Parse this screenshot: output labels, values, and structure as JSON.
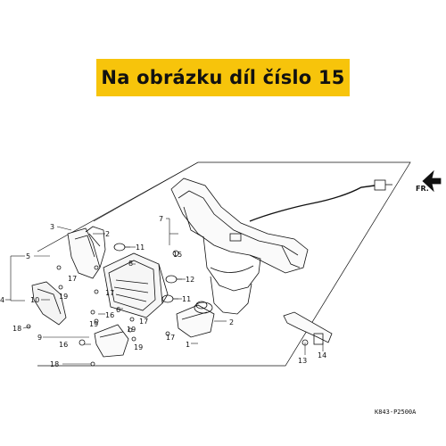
{
  "banner": {
    "text": "Na obrázku díl číslo 15",
    "bg": "#f7c40b"
  },
  "direction": {
    "label": "FR."
  },
  "drawing_code": "K843-P2500A",
  "callouts": [
    {
      "id": "1",
      "text": "1"
    },
    {
      "id": "2a",
      "text": "2"
    },
    {
      "id": "2b",
      "text": "2"
    },
    {
      "id": "3",
      "text": "3"
    },
    {
      "id": "4",
      "text": "4"
    },
    {
      "id": "5",
      "text": "5"
    },
    {
      "id": "6",
      "text": "6"
    },
    {
      "id": "7",
      "text": "7"
    },
    {
      "id": "8",
      "text": "8"
    },
    {
      "id": "9",
      "text": "9"
    },
    {
      "id": "10",
      "text": "10"
    },
    {
      "id": "11a",
      "text": "11"
    },
    {
      "id": "11b",
      "text": "11"
    },
    {
      "id": "12",
      "text": "12"
    },
    {
      "id": "13",
      "text": "13"
    },
    {
      "id": "14",
      "text": "14"
    },
    {
      "id": "15",
      "text": "15"
    },
    {
      "id": "16a",
      "text": "16"
    },
    {
      "id": "16b",
      "text": "16"
    },
    {
      "id": "17a",
      "text": "17"
    },
    {
      "id": "17b",
      "text": "17"
    },
    {
      "id": "17c",
      "text": "17"
    },
    {
      "id": "17d",
      "text": "17"
    },
    {
      "id": "18a",
      "text": "18"
    },
    {
      "id": "18b",
      "text": "18"
    },
    {
      "id": "19a",
      "text": "19"
    },
    {
      "id": "19b",
      "text": "19"
    },
    {
      "id": "19c",
      "text": "19"
    },
    {
      "id": "19d",
      "text": "19"
    }
  ]
}
